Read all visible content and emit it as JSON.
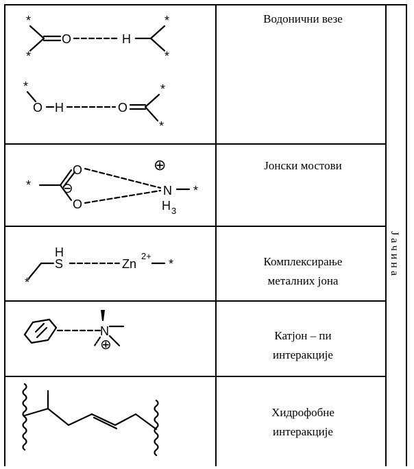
{
  "rows": [
    {
      "label": "Водонични везе"
    },
    {
      "label": "Јонски мостови"
    },
    {
      "label": "Комплексирање\nметалних јона"
    },
    {
      "label": "Катјон – пи\nинтеракције"
    },
    {
      "label": "Хидрофобне\nинтеракције"
    }
  ],
  "side_label": "Јачина",
  "chem": {
    "star": "*",
    "O": "O",
    "H": "H",
    "N": "N",
    "S": "S",
    "Zn": "Zn",
    "charge_zn": "2+",
    "H3": "H",
    "sub3": "3",
    "plus": "⊕",
    "minus": "⊖"
  }
}
